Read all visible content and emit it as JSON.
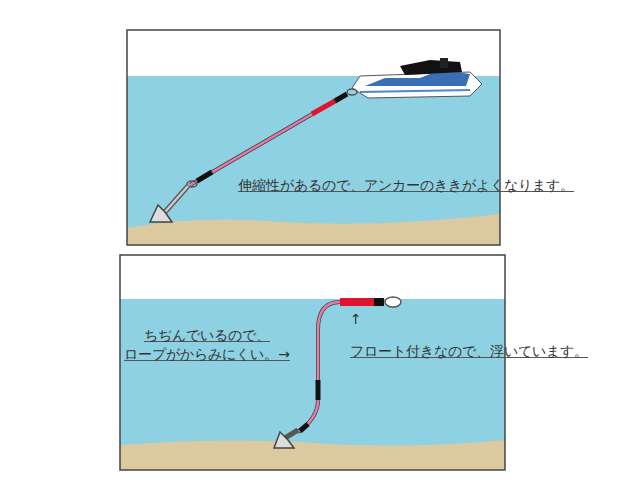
{
  "diagram": {
    "labels": [
      "伸縮性があるので、アンカーのききがよくなります。",
      "ちぢんでいるので、 ロープがからみにくい。→",
      "↑",
      "フロート付きなので、浮いています。"
    ]
  }
}
